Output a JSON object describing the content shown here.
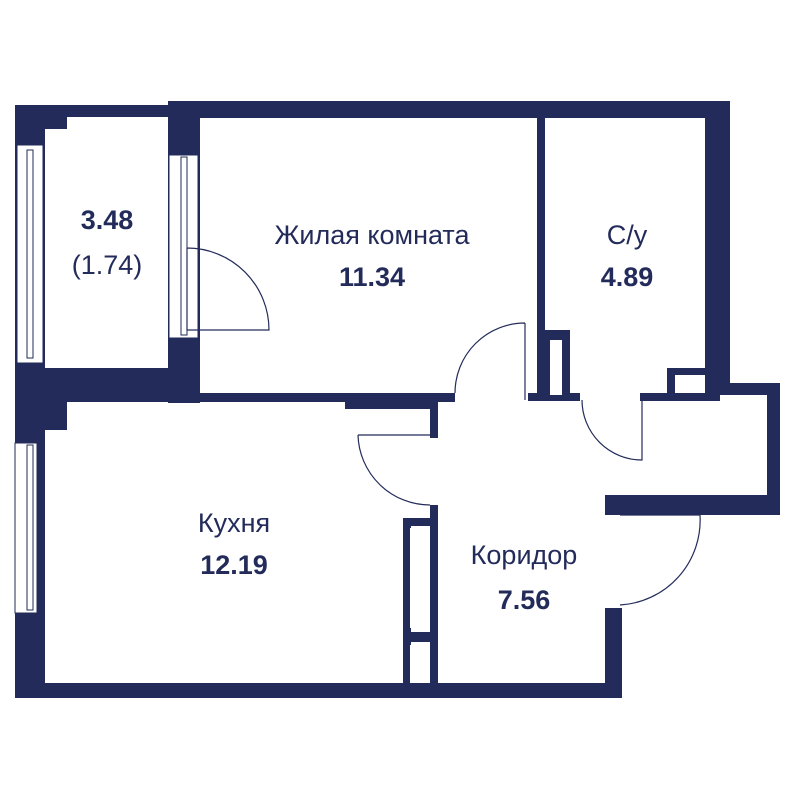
{
  "colors": {
    "wall": "#232b5a",
    "background": "#ffffff"
  },
  "rooms": [
    {
      "id": "balcony",
      "name": "",
      "area": "3.48",
      "area_reduced": "(1.74)"
    },
    {
      "id": "living",
      "name": "Жилая комната",
      "area": "11.34"
    },
    {
      "id": "bathroom",
      "name": "С/у",
      "area": "4.89"
    },
    {
      "id": "kitchen",
      "name": "Кухня",
      "area": "12.19"
    },
    {
      "id": "corridor",
      "name": "Коридор",
      "area": "7.56"
    }
  ]
}
